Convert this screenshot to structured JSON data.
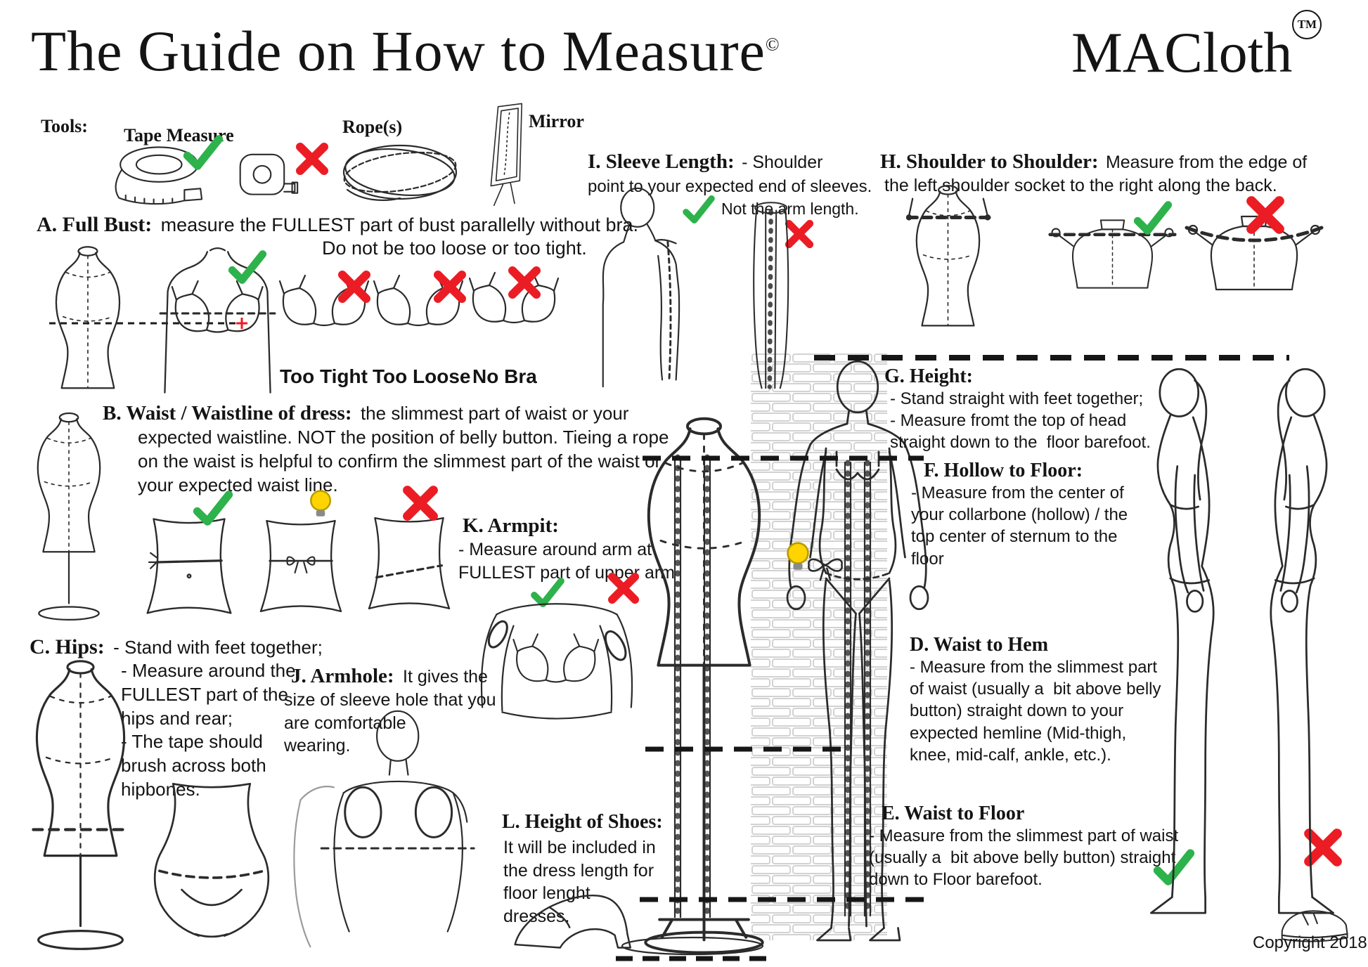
{
  "page": {
    "title": "The Guide on How to Measure",
    "title_mark": "©",
    "brand": "MACloth",
    "brand_mark": "TM",
    "copyright": "Copyright 2018"
  },
  "tools": {
    "label": "Tools:",
    "tape": "Tape Measure",
    "rope": "Rope(s)",
    "mirror": "Mirror"
  },
  "sections": {
    "a": {
      "title": "A. Full Bust:",
      "text": "measure the FULLEST part of bust parallelly without bra.",
      "text2": "Do not be too loose or too tight.",
      "captions": [
        "Too Tight",
        "Too Loose",
        "No Bra"
      ]
    },
    "b": {
      "title": "B. Waist / Waistline of dress:",
      "lead": "the slimmest part of waist or your",
      "rest": "expected waistline. NOT the position of belly button. Tieing a rope\non the waist is helpful to confirm the slimmest part of the waist or\nyour expected waist line."
    },
    "c": {
      "title": "C. Hips:",
      "lead": "- Stand with feet together;",
      "rest": "- Measure around the\nFULLEST part of the\nhips and rear;\n- The tape should\nbrush across both\nhipbones."
    },
    "d": {
      "title": "D. Waist to Hem",
      "text": "- Measure from the slimmest part\nof waist (usually a  bit above belly\nbutton) straight down to your\nexpected hemline (Mid-thigh,\nknee, mid-calf, ankle, etc.)."
    },
    "e": {
      "title": "E. Waist to Floor",
      "text": "- Measure from the slimmest part of waist\n(usually a  bit above belly button) straight\ndown to Floor barefoot."
    },
    "f": {
      "title": "F. Hollow to Floor:",
      "text": "- Measure from the center of\nyour collarbone (hollow) / the\ntop center of sternum to the\nfloor"
    },
    "g": {
      "title": "G. Height:",
      "text": "- Stand straight with feet together;\n- Measure fromt the top of head\nstraight down to the  floor barefoot."
    },
    "h": {
      "title": "H. Shoulder to Shoulder:",
      "lead": "Measure from the edge of",
      "rest": "the left shoulder socket to the right along the back."
    },
    "i": {
      "title": "I. Sleeve Length:",
      "lead": "- Shoulder",
      "rest": "point to your expected end of sleeves.",
      "note": "Not the arm length."
    },
    "j": {
      "title": "J. Armhole:",
      "lead": "It gives the",
      "rest": "size of sleeve hole that you\nare comfortable\nwearing."
    },
    "k": {
      "title": "K. Armpit:",
      "text": "- Measure around arm at\nFULLEST part of upper arm"
    },
    "l": {
      "title": "L. Height of Shoes:",
      "text": "It will be included in\nthe dress length for\nfloor lenght\ndresses."
    }
  },
  "colors": {
    "check": "#2eb24c",
    "cross": "#ec1c24",
    "bulb": "#ffd400"
  }
}
